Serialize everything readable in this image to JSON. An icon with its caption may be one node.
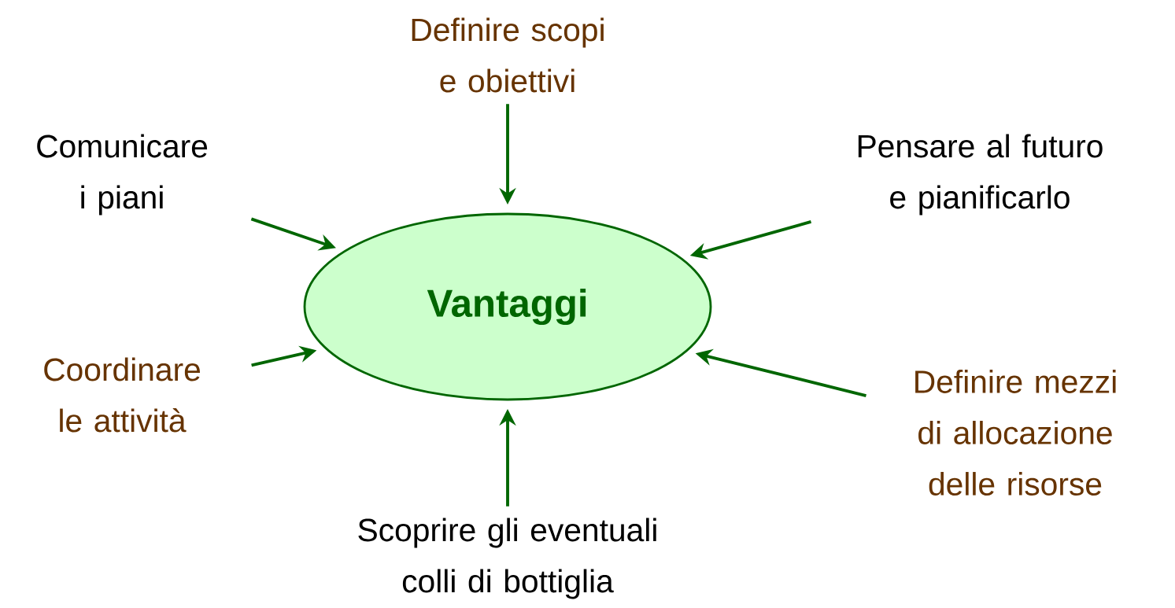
{
  "diagram": {
    "nodes": [
      {
        "text": [
          "Vantaggi"
        ]
      },
      {
        "text": [
          "Definire scopi e obiettivi"
        ]
      },
      {
        "text": [
          "Comunicare i piani"
        ]
      },
      {
        "text": [
          "Pensare al futuro e pianificarlo"
        ]
      },
      {
        "text": [
          "Coordinare le attività"
        ]
      },
      {
        "text": [
          "Definire mezzi di allocazione delle risorse"
        ]
      },
      {
        "text": [
          "Scoprire gli eventuali colli di bottiglia"
        ]
      }
    ],
    "edges": [
      {
        "from": 1,
        "to": 0,
        "arrow": "to"
      },
      {
        "from": 2,
        "to": 0,
        "arrow": "to"
      },
      {
        "from": 3,
        "to": 0,
        "arrow": "to"
      },
      {
        "from": 4,
        "to": 0,
        "arrow": "to"
      },
      {
        "from": 5,
        "to": 0,
        "arrow": "to"
      },
      {
        "from": 6,
        "to": 0,
        "arrow": "to"
      }
    ]
  }
}
